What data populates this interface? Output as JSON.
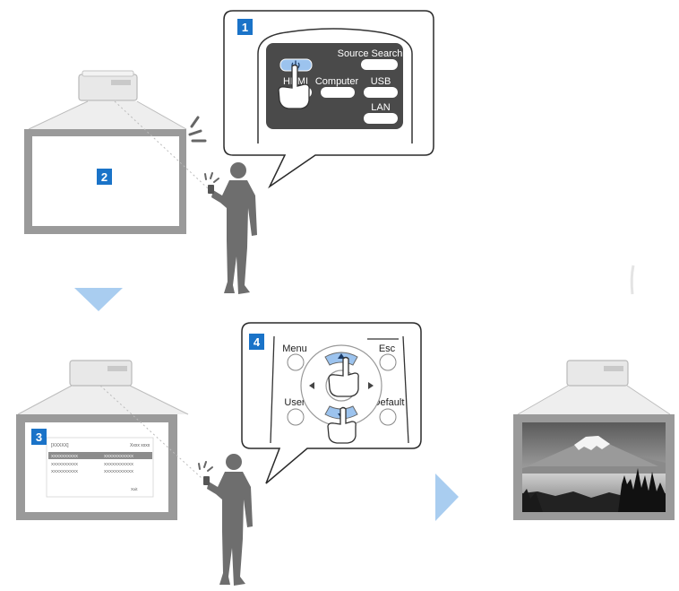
{
  "steps": {
    "s1": "1",
    "s2": "2",
    "s3": "3",
    "s4": "4"
  },
  "remote_top": {
    "source_search": "Source Search",
    "hdmi": "HDMI",
    "computer": "Computer",
    "usb": "USB",
    "lan": "LAN"
  },
  "remote_nav": {
    "menu": "Menu",
    "esc": "Esc",
    "user": "User",
    "default": "Default"
  },
  "menu_screen": {
    "header_left": "[XXXXX]",
    "header_right": "Xxxx xxxx",
    "rows": [
      [
        "XXXXXXXXXX",
        "XXXXXXXXXXX"
      ],
      [
        "XXXXXXXXXX",
        "XXXXXXXXXXX"
      ],
      [
        "XXXXXXXXXX",
        "XXXXXXXXXXX"
      ]
    ],
    "footer": "Xxit"
  },
  "colors": {
    "step_badge": "#1a73c8",
    "highlight_button": "#9cc3ee",
    "flow_arrow": "#a9cdf0",
    "screen_frame": "#9a9a9a",
    "projector": "#e6e6e6",
    "person": "#6e6e6e"
  },
  "icons": [
    "power-icon",
    "hand-pointer-icon",
    "arrow-up-icon",
    "arrow-down-icon",
    "arrow-left-icon",
    "arrow-right-icon",
    "flow-arrow-down-icon",
    "flow-arrow-right-icon"
  ]
}
